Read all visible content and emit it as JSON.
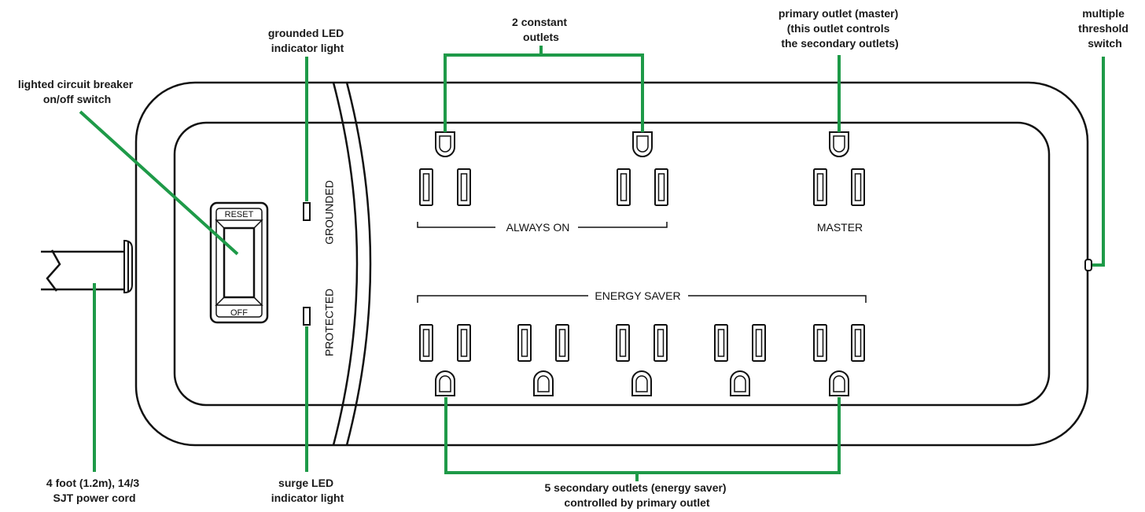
{
  "colors": {
    "leader": "#1e9a48",
    "outline": "#111111",
    "text": "#1a1a1a"
  },
  "panel": {
    "always_on_label": "ALWAYS ON",
    "master_label": "MASTER",
    "energy_saver_label": "ENERGY SAVER",
    "grounded_label": "GROUNDED",
    "protected_label": "PROTECTED",
    "reset_label": "RESET",
    "off_label": "OFF"
  },
  "callouts": {
    "breaker": [
      "lighted circuit breaker",
      "on/off switch"
    ],
    "grounded_led": [
      "grounded LED",
      "indicator light"
    ],
    "constant": [
      "2 constant",
      "outlets"
    ],
    "primary": [
      "primary outlet (master)",
      "(this outlet controls",
      "the secondary outlets)"
    ],
    "threshold": [
      "multiple",
      "threshold",
      "switch"
    ],
    "power_cord": [
      "4 foot (1.2m), 14/3",
      "SJT power cord"
    ],
    "surge_led": [
      "surge LED",
      "indicator light"
    ],
    "secondary": [
      "5 secondary outlets (energy saver)",
      "controlled by primary outlet"
    ]
  }
}
